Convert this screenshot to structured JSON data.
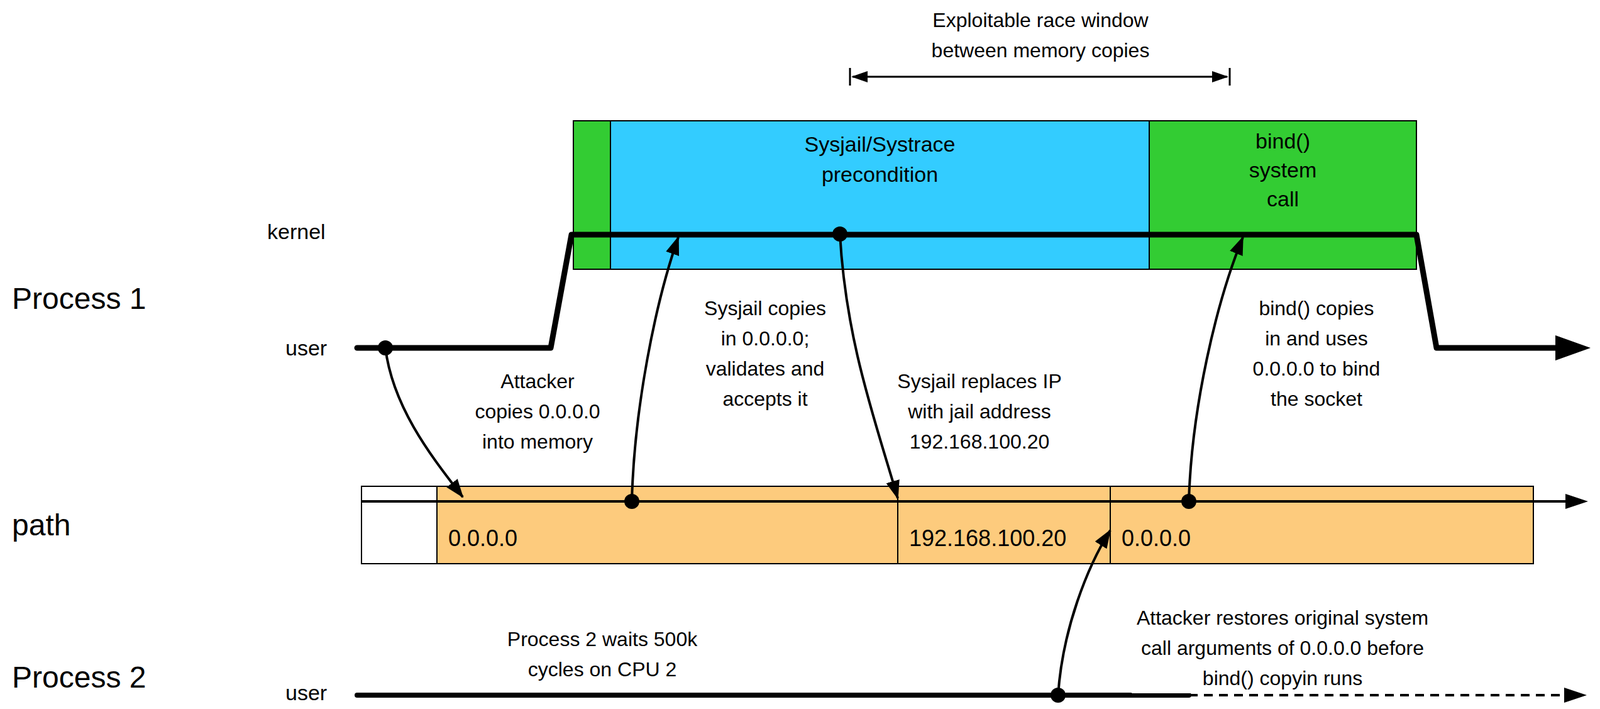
{
  "diagram": {
    "nodes": [
      {
        "text": [
          "Sysjail/Systrace precondition"
        ]
      },
      {
        "text": [
          "bind() system call"
        ]
      },
      {
        "text": [
          "0.0.0.0"
        ]
      },
      {
        "text": [
          "192.168.100.20"
        ]
      },
      {
        "text": [
          "0.0.0.0"
        ]
      }
    ],
    "edges": [
      {
        "from": 2,
        "to": 0,
        "arrow": "to",
        "label": "Sysjail copies in 0.0.0.0; validates and accepts it"
      },
      {
        "from": 0,
        "to": 3,
        "arrow": "to",
        "label": "Sysjail replaces IP with jail address 192.168.100.20"
      },
      {
        "from": 4,
        "to": 1,
        "arrow": "to",
        "label": "bind() copies in and uses 0.0.0.0 to bind the socket"
      }
    ],
    "labels": [
      "Exploitable race window between memory copies",
      "kernel",
      "Process 1",
      "user",
      "Attacker copies 0.0.0.0 into memory",
      "path",
      "Process 2 waits 500k cycles on CPU 2",
      "Attacker restores original system call arguments of 0.0.0.0 before bind() copyin runs",
      "Process 2",
      "user"
    ]
  }
}
